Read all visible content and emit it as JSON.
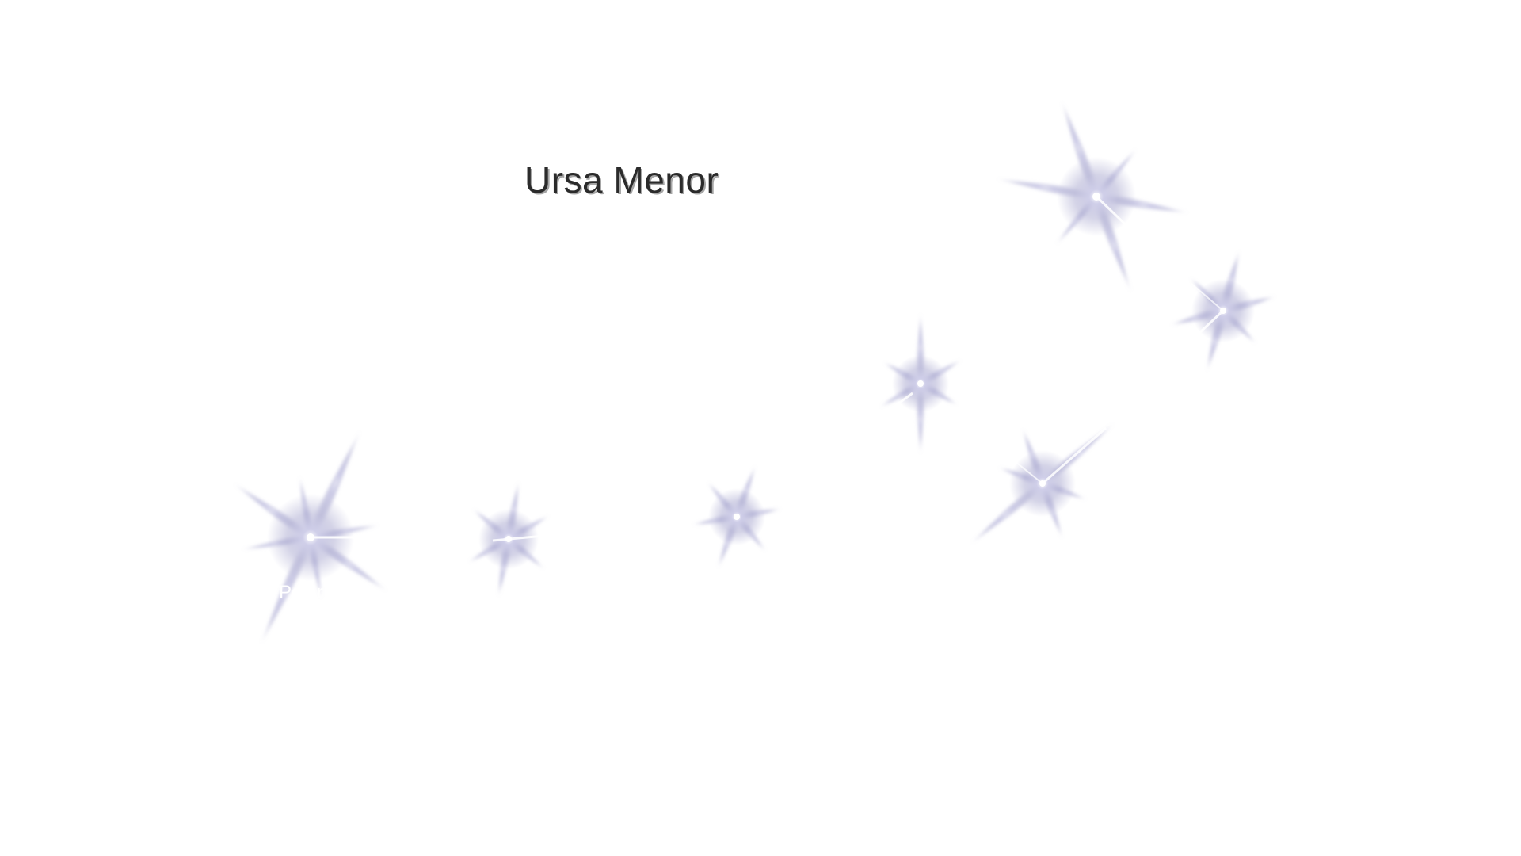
{
  "constellation": {
    "title": "Ursa Menor",
    "highlighted_star_label": "Polaris",
    "star_count": 7,
    "colors": {
      "background": "#ffffff",
      "star_glow": "#a9a8cf",
      "star_core": "#ffffff",
      "title": "#2b2b2b",
      "label": "#ffffff"
    }
  }
}
